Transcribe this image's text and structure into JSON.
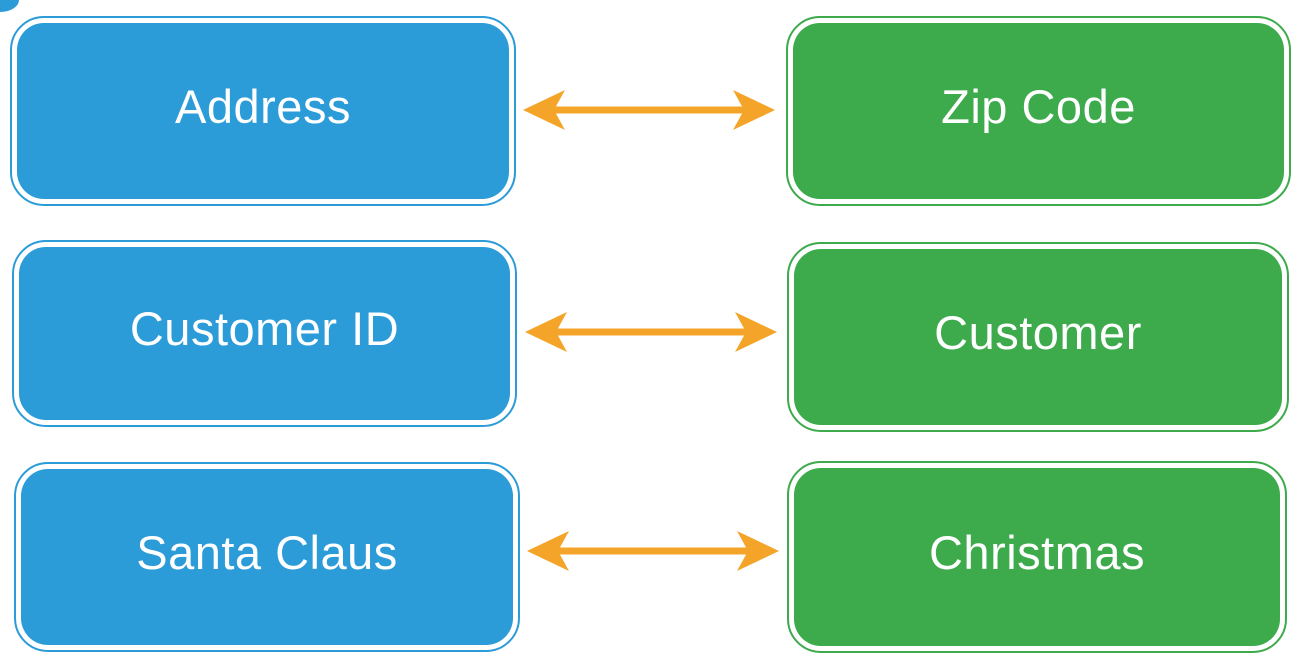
{
  "diagram": {
    "description": "Field mapping diagram: three blue source fields linked by bidirectional arrows to three green target fields",
    "colors": {
      "blue_box": "#2B9CD8",
      "green_box": "#3DAA4B",
      "arrow_orange": "#F4A428",
      "label_text": "#FFFFFF",
      "background": "#FFFFFF"
    },
    "connector_type": "bidirectional-arrow",
    "rows": [
      {
        "left": {
          "label": "Address"
        },
        "right": {
          "label": "Zip Code"
        }
      },
      {
        "left": {
          "label": "Customer ID"
        },
        "right": {
          "label": "Customer"
        }
      },
      {
        "left": {
          "label": "Santa Claus"
        },
        "right": {
          "label": "Christmas"
        }
      }
    ]
  }
}
